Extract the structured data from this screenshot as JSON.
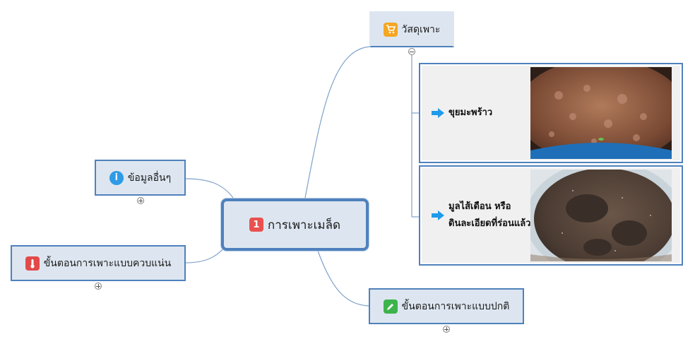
{
  "central": {
    "number": "1",
    "label": "การเพาะเมล็ด"
  },
  "branches": {
    "materials": {
      "label": "วัสดุเพาะ"
    },
    "other_info": {
      "label": "ข้อมูลอื่นๆ"
    },
    "dense_steps": {
      "label": "ขั้นตอนการเพาะแบบควบแน่น"
    },
    "normal_steps": {
      "label": "ขั้นตอนการเพาะแบบปกติ"
    }
  },
  "materials_items": [
    {
      "line1": "ขุยมะพร้าว",
      "line2": ""
    },
    {
      "line1": "มูลไส้เดือน หรือ",
      "line2": "ดินละเอียดที่ร่อนแล้ว"
    }
  ],
  "colors": {
    "border": "#4f81bd",
    "node_fill": "#dde6f0",
    "link": "#7ea1c9",
    "number_badge": "#e8514f",
    "cart_icon": "#f5a623",
    "info_icon": "#2e9be6",
    "thermo_icon": "#e24a4a",
    "pencil_icon": "#3cb44b",
    "arrow_icon": "#1e9be9"
  },
  "icons": {
    "materials": "cart-icon",
    "other_info": "info-icon",
    "dense_steps": "thermometer-icon",
    "normal_steps": "pencil-icon",
    "items": "arrow-right-icon"
  }
}
